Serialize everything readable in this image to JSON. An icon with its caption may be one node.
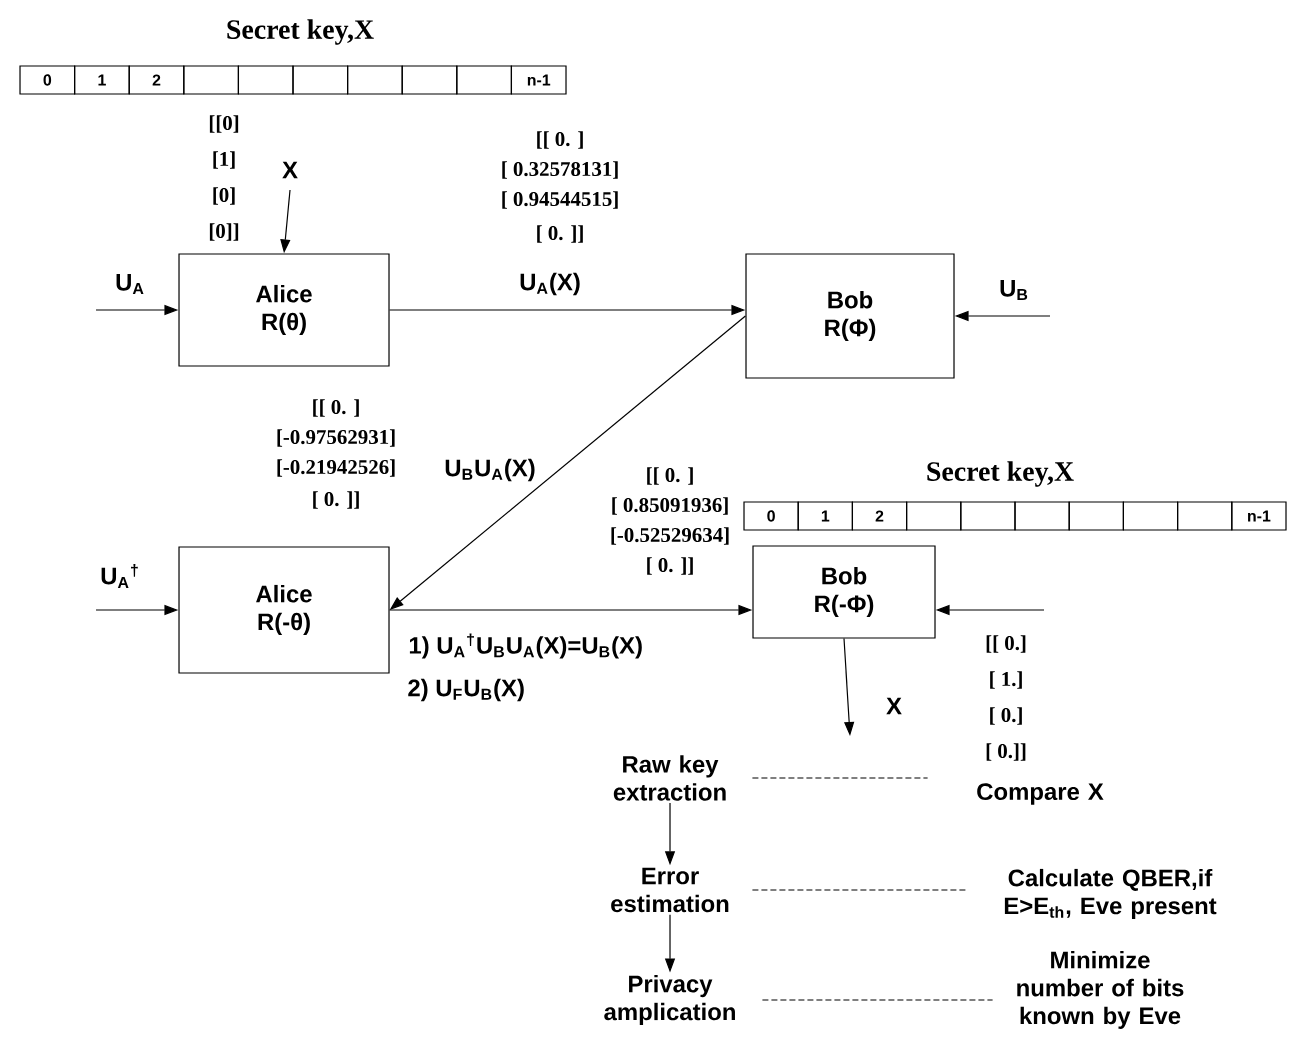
{
  "diagram": {
    "nodes": [
      {
        "text": [
          "Alice R(θ)"
        ]
      },
      {
        "text": [
          "Bob R(Φ)"
        ]
      },
      {
        "text": [
          "Alice R(-θ)"
        ]
      },
      {
        "text": [
          "Bob R(-Φ)"
        ]
      },
      {
        "text": [
          "Raw key extraction"
        ]
      },
      {
        "text": [
          "Error estimation"
        ]
      },
      {
        "text": [
          "Privacy amplication"
        ]
      },
      {
        "text": [
          "Compare X"
        ]
      },
      {
        "text": [
          "Calculate QBER,if E>E$_{th}$, Eve present"
        ]
      },
      {
        "text": [
          "Minimize number of bits known by Eve"
        ]
      }
    ],
    "edges": [
      {
        "from": null,
        "to": 0,
        "arrow": "to",
        "label": "X"
      },
      {
        "from": null,
        "to": 0,
        "arrow": "to",
        "label": "U$_{A}$"
      },
      {
        "from": 0,
        "to": 1,
        "arrow": "to",
        "label": "U$_{A}$(X)"
      },
      {
        "from": null,
        "to": 1,
        "arrow": "to",
        "label": "U$_{B}$"
      },
      {
        "from": 1,
        "to": 2,
        "arrow": "to",
        "label": "U$_{B}$U$_{A}$(X)"
      },
      {
        "from": null,
        "to": 2,
        "arrow": "to",
        "label": "U$_{A}$$^{†}$"
      },
      {
        "from": 2,
        "to": 3,
        "arrow": "to",
        "label": "1) U$_{A}$$^{†}$U$_{B}$U$_{A}$(X)=U$_{B}$(X)"
      },
      {
        "from": null,
        "to": 3,
        "arrow": "to"
      },
      {
        "from": 3,
        "to": null,
        "arrow": "to",
        "label": "X"
      },
      {
        "from": 4,
        "to": 5,
        "arrow": "to"
      },
      {
        "from": 5,
        "to": 6,
        "arrow": "to"
      },
      {
        "from": 4,
        "to": 7,
        "arrow": "none",
        "style": "dashed"
      },
      {
        "from": 5,
        "to": 8,
        "arrow": "none",
        "style": "dashed"
      },
      {
        "from": 6,
        "to": 9,
        "arrow": "none",
        "style": "dashed"
      }
    ],
    "labels": [
      "Secret key,X",
      "0",
      "1",
      "2",
      "n-1",
      "[[0]",
      "[1]",
      "[0]",
      "[0]]",
      "[[ 0. ]",
      "[ 0.32578131]",
      "[ 0.94544515]",
      "[ 0. ]]",
      "[[ 0. ]",
      "[-0.97562931]",
      "[-0.21942526]",
      "[ 0. ]]",
      "[[ 0. ]",
      "[ 0.85091936]",
      "[-0.52529634]",
      "[ 0. ]]",
      "Secret key,X",
      "0",
      "1",
      "2",
      "n-1",
      "2) U$_{F}$U$_{B}$(X)",
      "[[ 0.]",
      "[ 1.]",
      "[ 0.]",
      "[ 0.]]"
    ]
  }
}
